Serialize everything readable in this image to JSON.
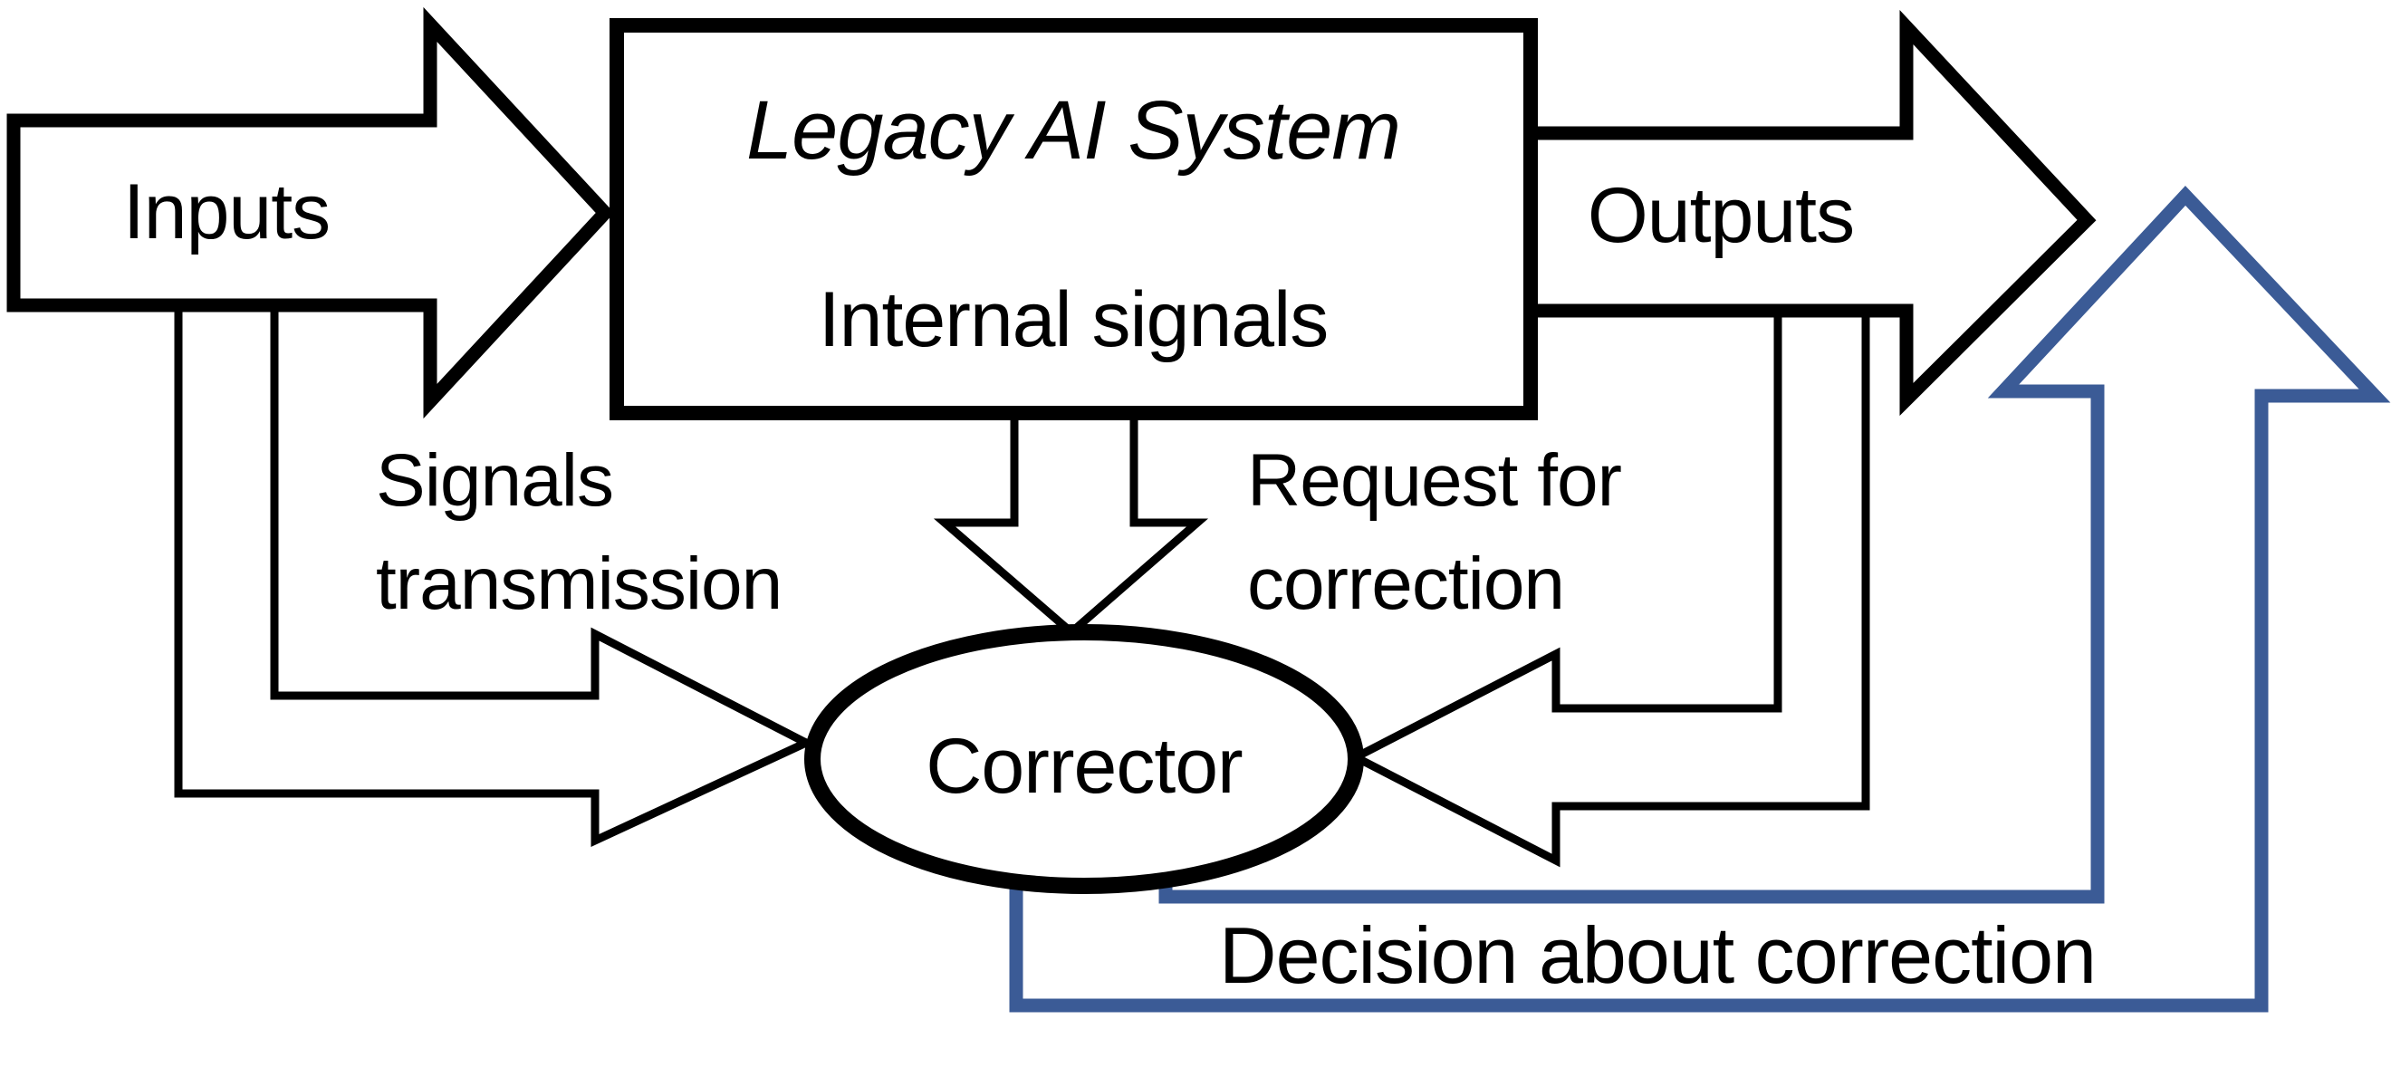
{
  "diagram": {
    "type": "flow-diagram",
    "nodes": {
      "legacy_box": {
        "title": "Legacy AI System",
        "subtitle": "Internal signals"
      },
      "corrector": {
        "label": "Corrector"
      }
    },
    "arrows": {
      "inputs": {
        "label": "Inputs",
        "direction": "right"
      },
      "outputs": {
        "label": "Outputs",
        "direction": "right"
      },
      "internal_signals_down": {
        "label": "",
        "direction": "down"
      },
      "signals_transmission": {
        "label": "Signals transmission",
        "line1": "Signals",
        "line2": "transmission",
        "direction": "down-then-right"
      },
      "request_for_correction": {
        "label": "Request for correction",
        "line1": "Request for",
        "line2": "correction",
        "direction": "down-then-left"
      },
      "decision_feedback": {
        "label": "Decision about correction",
        "direction": "right-then-up"
      }
    },
    "colors": {
      "line": "#000000",
      "shape_fill": "#ffffff",
      "feedback_blue": "#3b5b96",
      "background": "#ffffff"
    }
  }
}
